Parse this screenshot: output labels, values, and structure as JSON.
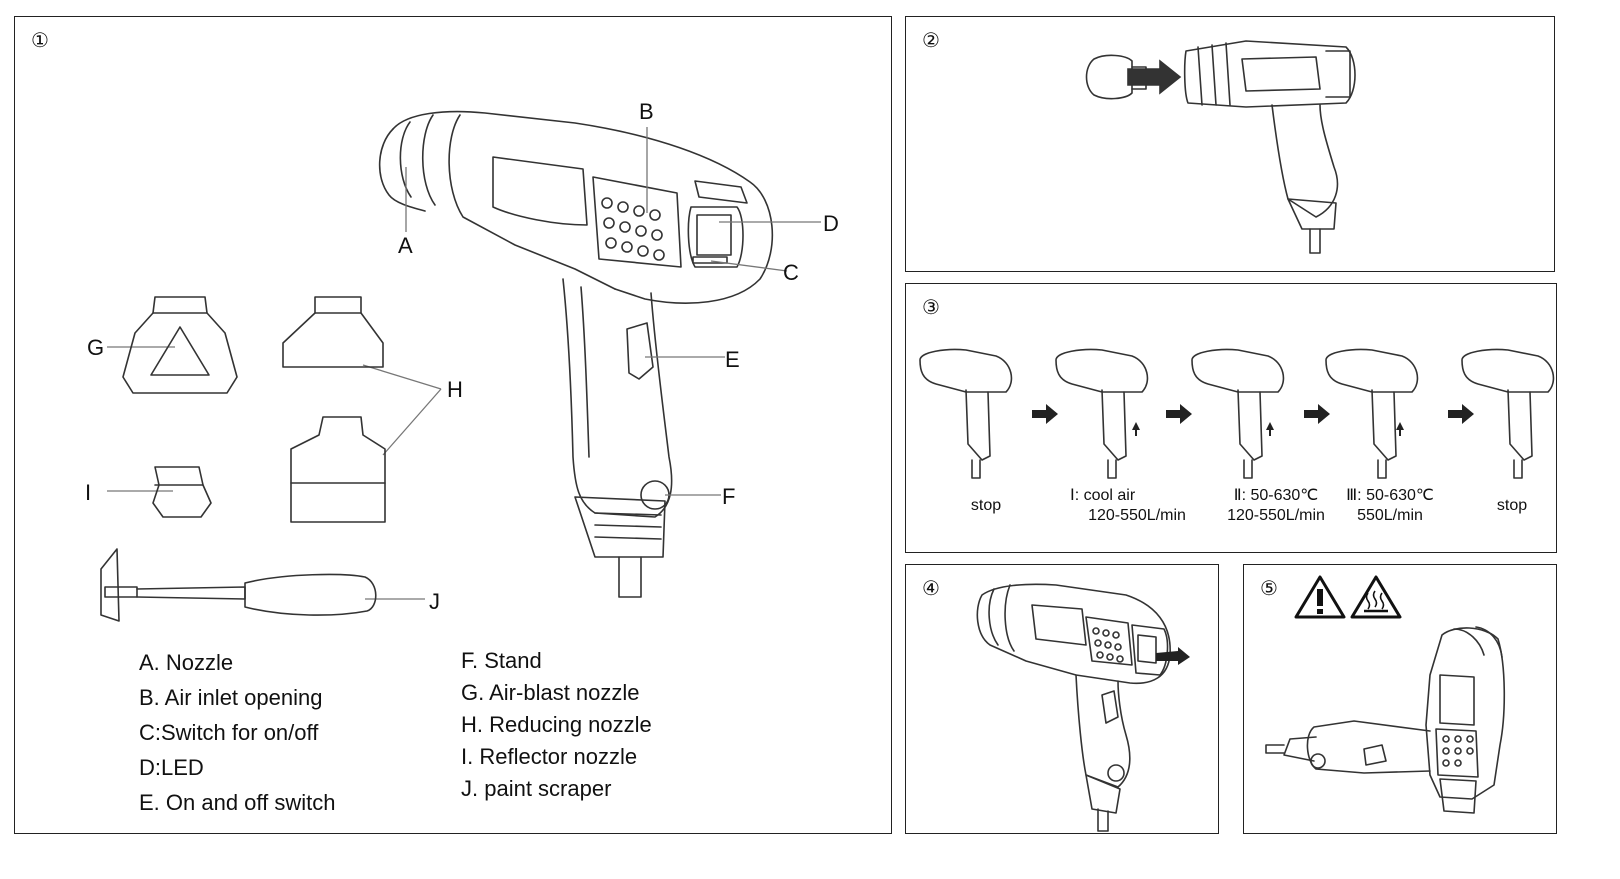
{
  "panels": {
    "p1": {
      "number": "①"
    },
    "p2": {
      "number": "②"
    },
    "p3": {
      "number": "③"
    },
    "p4": {
      "number": "④"
    },
    "p5": {
      "number": "⑤"
    }
  },
  "callouts": {
    "A": "A",
    "B": "B",
    "C": "C",
    "D": "D",
    "E": "E",
    "F": "F",
    "G": "G",
    "H": "H",
    "I": "I",
    "J": "J"
  },
  "legend": {
    "left": [
      "A. Nozzle",
      "B. Air inlet opening",
      "C:Switch for on/off",
      "D:LED",
      "E. On and off switch"
    ],
    "right": [
      "F. Stand",
      "G. Air-blast nozzle",
      "H. Reducing nozzle",
      "I. Reflector nozzle",
      "J. paint scraper"
    ]
  },
  "modes": [
    {
      "line1": "stop",
      "line2": ""
    },
    {
      "line1": "Ⅰ: cool air",
      "line2": "120-550L/min"
    },
    {
      "line1": "Ⅱ: 50-630℃",
      "line2": "120-550L/min"
    },
    {
      "line1": "Ⅲ: 50-630℃",
      "line2": "550L/min"
    },
    {
      "line1": "stop",
      "line2": ""
    }
  ],
  "icons": {
    "warning": "general-warning-icon",
    "hot_surface": "hot-surface-warning-icon"
  }
}
